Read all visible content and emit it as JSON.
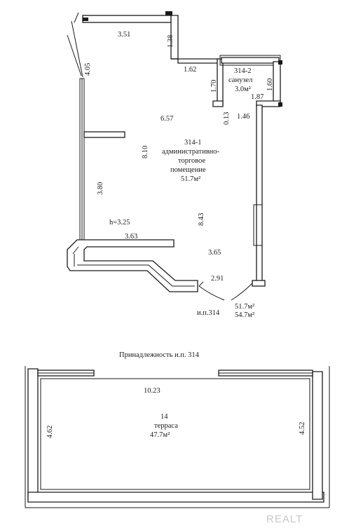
{
  "plan": {
    "dimensions": {
      "top_width": "3.51",
      "notch_depth": "1.38",
      "left_upper": "4.05",
      "step_width": "1.62",
      "bath_left": "1.70",
      "bath_inner": "0.13",
      "bath_right": "1.60",
      "bath_bottom": "1.87",
      "room_width": "6.57",
      "room_height": "8.10",
      "right_segment": "1.46",
      "left_lower": "3.80",
      "right_height": "8.43",
      "ceiling_height": "h=3.25",
      "bay_width": "3.63",
      "diag_right": "3.65",
      "entry_width": "2.91"
    },
    "rooms": [
      {
        "id": "314-1",
        "name_line1": "административно-",
        "name_line2": "торговое",
        "name_line3": "помещение",
        "area": "51.7м²"
      },
      {
        "id": "314-2",
        "name": "санузел",
        "area": "3.0м²"
      }
    ],
    "unit_label": "и.п.314",
    "area_living": "51.7м²",
    "area_total": "54.7м²"
  },
  "terrace": {
    "caption": "Принадлежность и.п. 314",
    "width": "10.23",
    "number": "14",
    "name": "терраса",
    "area": "47.7м²",
    "left_height": "4.62",
    "right_height": "4.52"
  },
  "watermark": "REALT"
}
